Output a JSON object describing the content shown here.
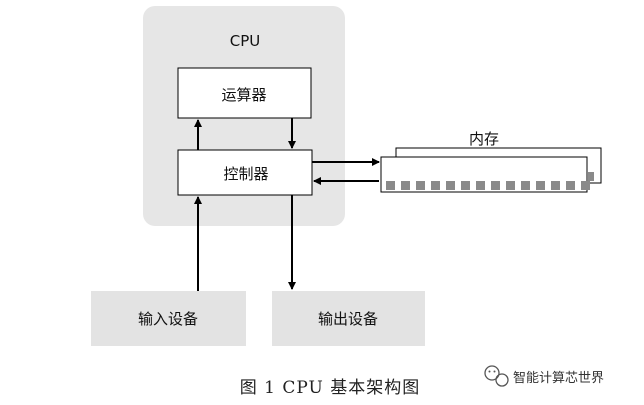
{
  "cpu": {
    "label": "CPU"
  },
  "alu": {
    "label": "运算器"
  },
  "control_unit": {
    "label": "控制器"
  },
  "memory": {
    "label": "内存"
  },
  "input_device": {
    "label": "输入设备"
  },
  "output_device": {
    "label": "输出设备"
  },
  "caption": {
    "text": "图  1 CPU 基本架构图"
  },
  "watermark": {
    "text": "智能计算芯世界"
  },
  "colors": {
    "cpu_bg": "#e6e6e6",
    "io_bg": "#e3e3e3",
    "box_bg": "#ffffff",
    "stroke": "#000000",
    "memory_cell": "#8a8a8a"
  }
}
